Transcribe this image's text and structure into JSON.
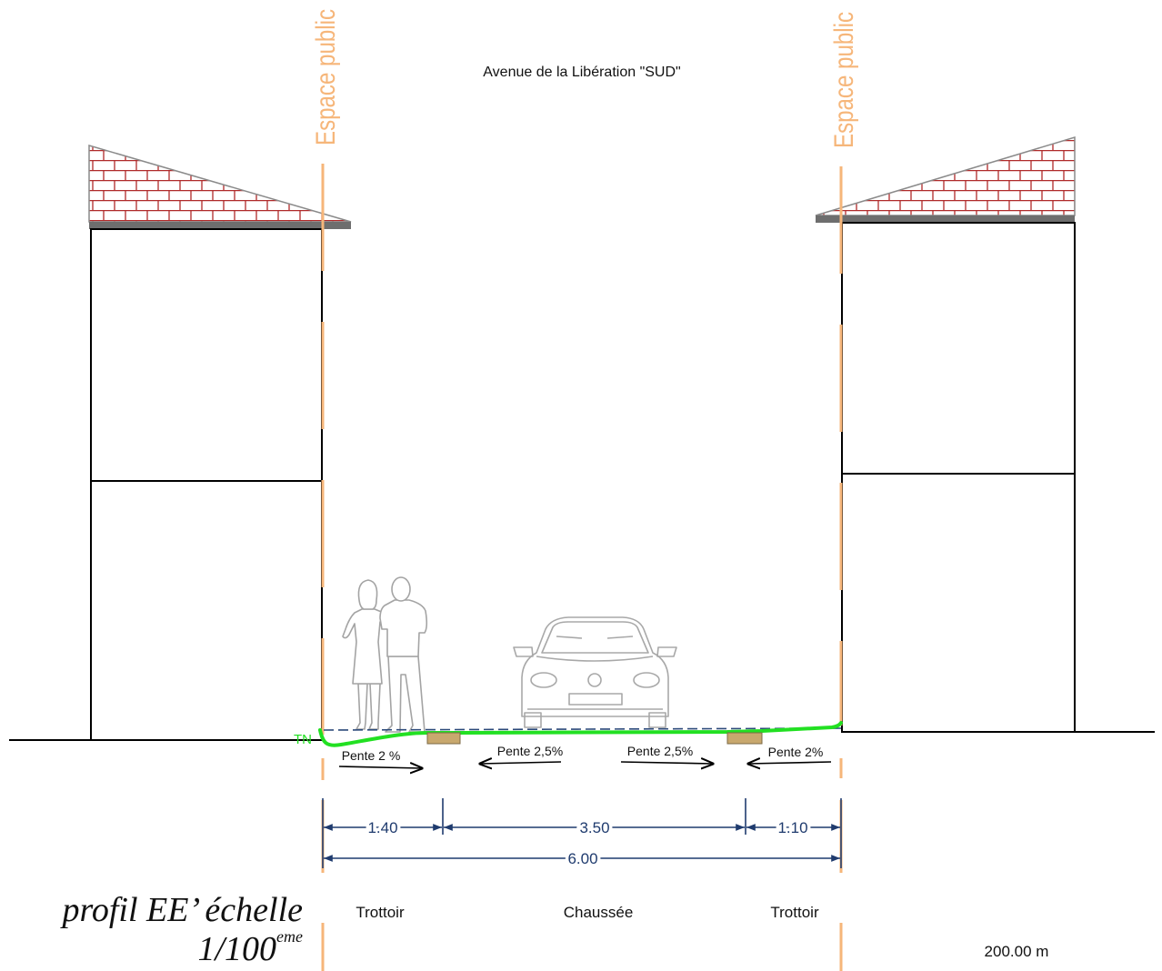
{
  "title": "Avenue de la Libération \"SUD\"",
  "boundary_labels": {
    "left": "Espace public",
    "right": "Espace public"
  },
  "terrain_label": "TN",
  "slopes": [
    {
      "label": "Pente 2 %"
    },
    {
      "label": "Pente 2,5%"
    },
    {
      "label": "Pente 2,5%"
    },
    {
      "label": "Pente 2%"
    }
  ],
  "dimensions": {
    "segments": [
      "1.40",
      "3.50",
      "1.10"
    ],
    "total": "6.00"
  },
  "zones": [
    "Trottoir",
    "Chaussée",
    "Trottoir"
  ],
  "caption": {
    "line1": "profil EE’ échelle",
    "line2": "1/100",
    "line2_sup": "eme"
  },
  "scale_note": "200.00 m",
  "colors": {
    "boundary": "#f6b67a",
    "terrain": "#22e022",
    "dimension": "#1f3b6e",
    "roof_hatch": "#b02a2a",
    "curb": "#c8a86e",
    "roof_slab": "#6e6e6e"
  }
}
